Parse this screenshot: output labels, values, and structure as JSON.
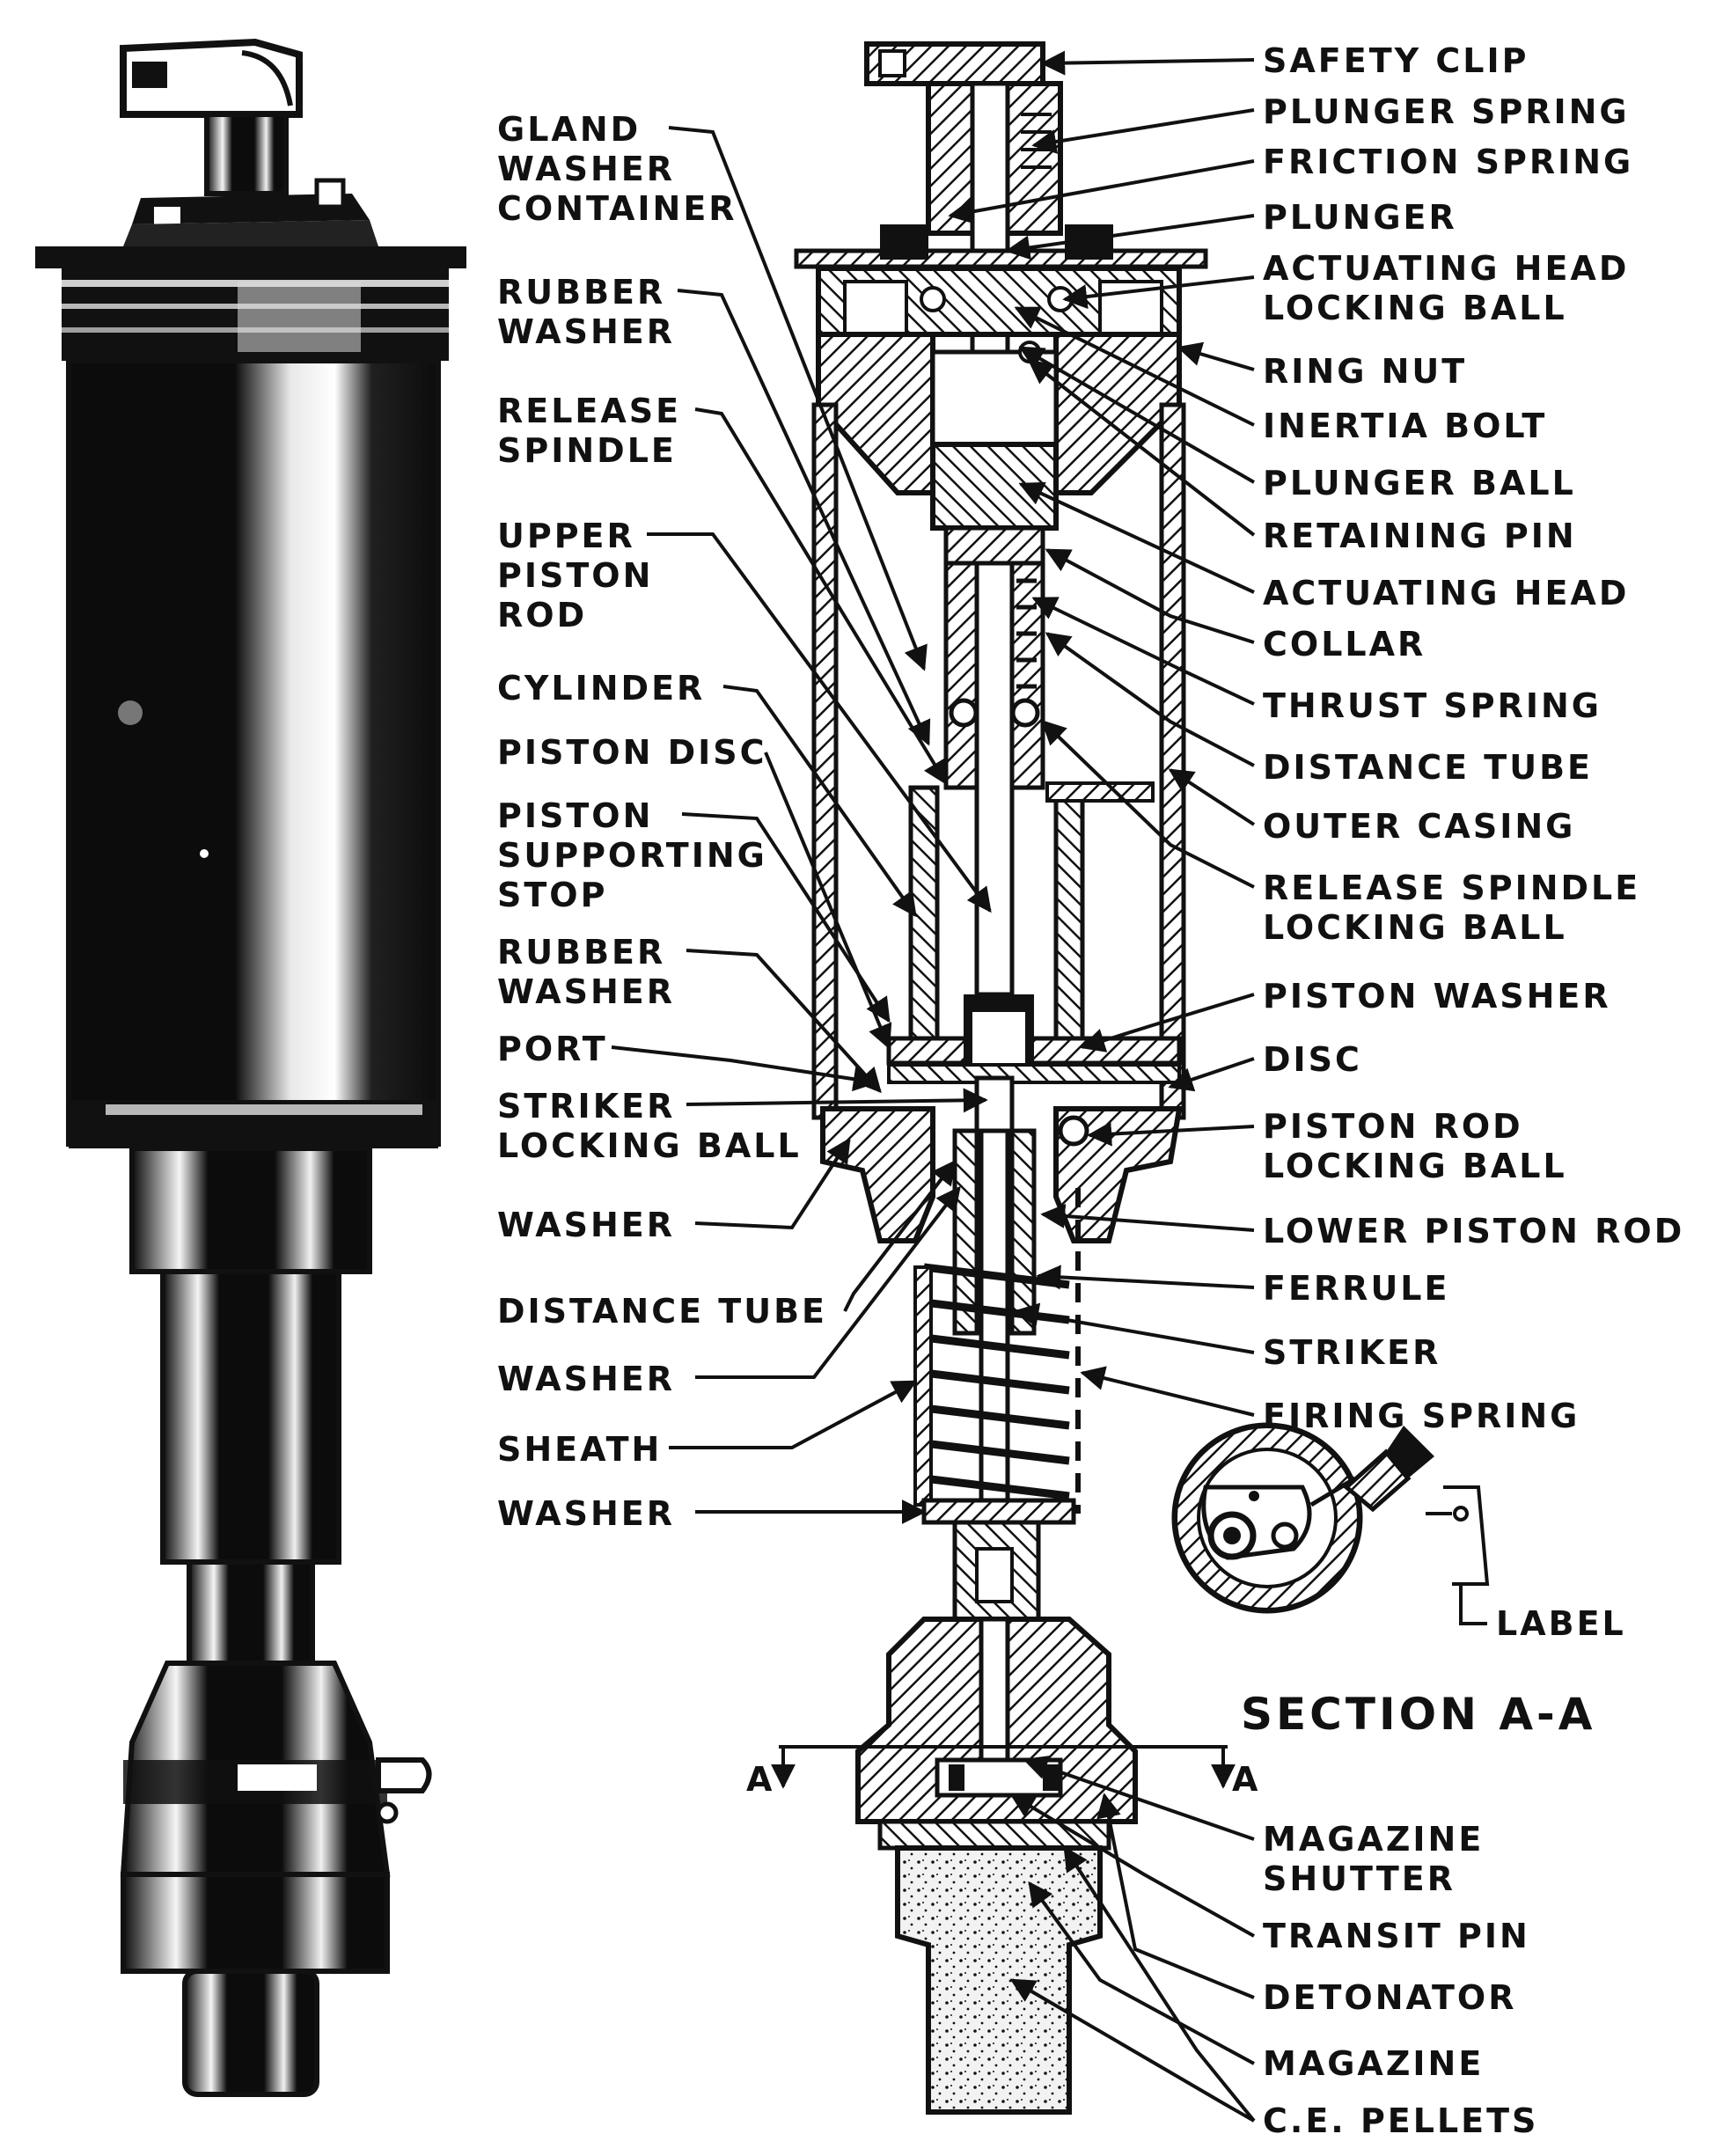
{
  "labels": {
    "safety_clip": "SAFETY CLIP",
    "plunger_spring": "PLUNGER SPRING",
    "friction_spring": "FRICTION SPRING",
    "plunger": "PLUNGER",
    "actuating_head_locking_ball_1": "ACTUATING HEAD",
    "actuating_head_locking_ball_2": "LOCKING BALL",
    "ring_nut": "RING NUT",
    "inertia_bolt": "INERTIA BOLT",
    "plunger_ball": "PLUNGER BALL",
    "retaining_pin": "RETAINING PIN",
    "actuating_head": "ACTUATING HEAD",
    "collar": "COLLAR",
    "thrust_spring": "THRUST SPRING",
    "distance_tube_right": "DISTANCE TUBE",
    "outer_casing": "OUTER CASING",
    "release_spindle_locking_ball_1": "RELEASE SPINDLE",
    "release_spindle_locking_ball_2": "LOCKING BALL",
    "piston_washer": "PISTON WASHER",
    "disc": "DISC",
    "piston_rod_locking_ball_1": "PISTON ROD",
    "piston_rod_locking_ball_2": "LOCKING BALL",
    "lower_piston_rod": "LOWER PISTON ROD",
    "ferrule": "FERRULE",
    "striker": "STRIKER",
    "firing_spring": "FIRING SPRING",
    "label": "LABEL",
    "magazine_shutter_1": "MAGAZINE",
    "magazine_shutter_2": "SHUTTER",
    "transit_pin": "TRANSIT PIN",
    "detonator": "DETONATOR",
    "magazine": "MAGAZINE",
    "ce_pellets": "C.E. PELLETS",
    "gland_washer_container_1": "GLAND",
    "gland_washer_container_2": "WASHER",
    "gland_washer_container_3": "CONTAINER",
    "rubber_washer_upper_1": "RUBBER",
    "rubber_washer_upper_2": "WASHER",
    "release_spindle_1": "RELEASE",
    "release_spindle_2": "SPINDLE",
    "upper_piston_rod_1": "UPPER",
    "upper_piston_rod_2": "PISTON",
    "upper_piston_rod_3": "ROD",
    "cylinder": "CYLINDER",
    "piston_disc": "PISTON DISC",
    "piston_supporting_stop_1": "PISTON",
    "piston_supporting_stop_2": "SUPPORTING",
    "piston_supporting_stop_3": "STOP",
    "rubber_washer_lower_1": "RUBBER",
    "rubber_washer_lower_2": "WASHER",
    "port": "PORT",
    "striker_locking_ball_1": "STRIKER",
    "striker_locking_ball_2": "LOCKING BALL",
    "washer_1": "WASHER",
    "distance_tube_left": "DISTANCE TUBE",
    "washer_2": "WASHER",
    "sheath": "SHEATH",
    "washer_3": "WASHER",
    "section_title": "SECTION A-A",
    "section_mark_left": "A",
    "section_mark_right": "A"
  },
  "colors": {
    "ink": "#111111",
    "paper": "#ffffff",
    "pellet_fill": "#f2f2f2",
    "highlight": "#ffffff"
  }
}
